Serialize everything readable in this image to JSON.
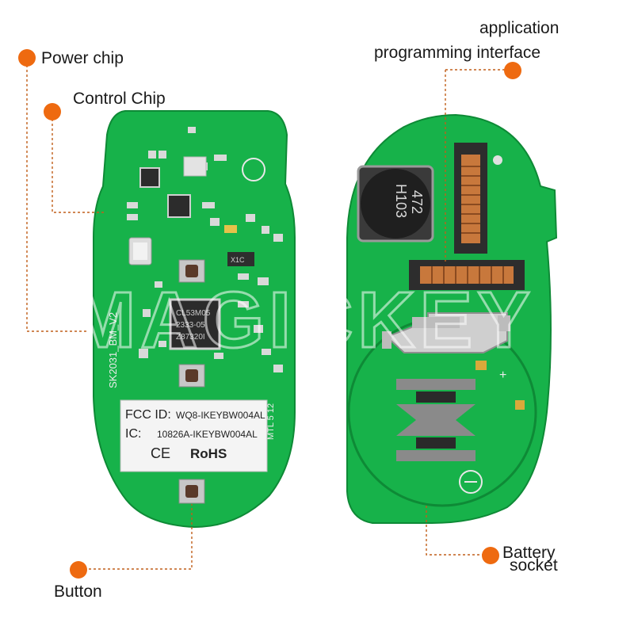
{
  "colors": {
    "pcb_green": "#17b24a",
    "pcb_dark": "#0e8a36",
    "accent_orange": "#ee6a10",
    "silver": "#c9c9c9",
    "copper": "#c8783c"
  },
  "callouts": {
    "power_chip": "Power chip",
    "control_chip": "Control Chip",
    "api_line1": "application",
    "api_line2": "programming interface",
    "button": "Button",
    "battery_line1": "Battery",
    "battery_line2": "socket"
  },
  "front_board": {
    "model": "SK2031_BM_V2",
    "chip_text": [
      "CL53M05",
      "2333-05",
      "Z87320I"
    ],
    "crystal_text": "X1C",
    "label_fcc_prefix": "FCC ID:",
    "label_fcc_value": "WQ8-IKEYBW004AL",
    "label_ic_prefix": "IC:",
    "label_ic_value": "10826A-IKEYBW004AL",
    "ce_mark": "CE",
    "rohs": "RoHS",
    "side_text": "MTL 5 12"
  },
  "back_board": {
    "inductor_text": [
      "472",
      "H103"
    ],
    "plus_mark": "+",
    "minus_mark": "⊖"
  },
  "watermark": "MAGICKEY"
}
